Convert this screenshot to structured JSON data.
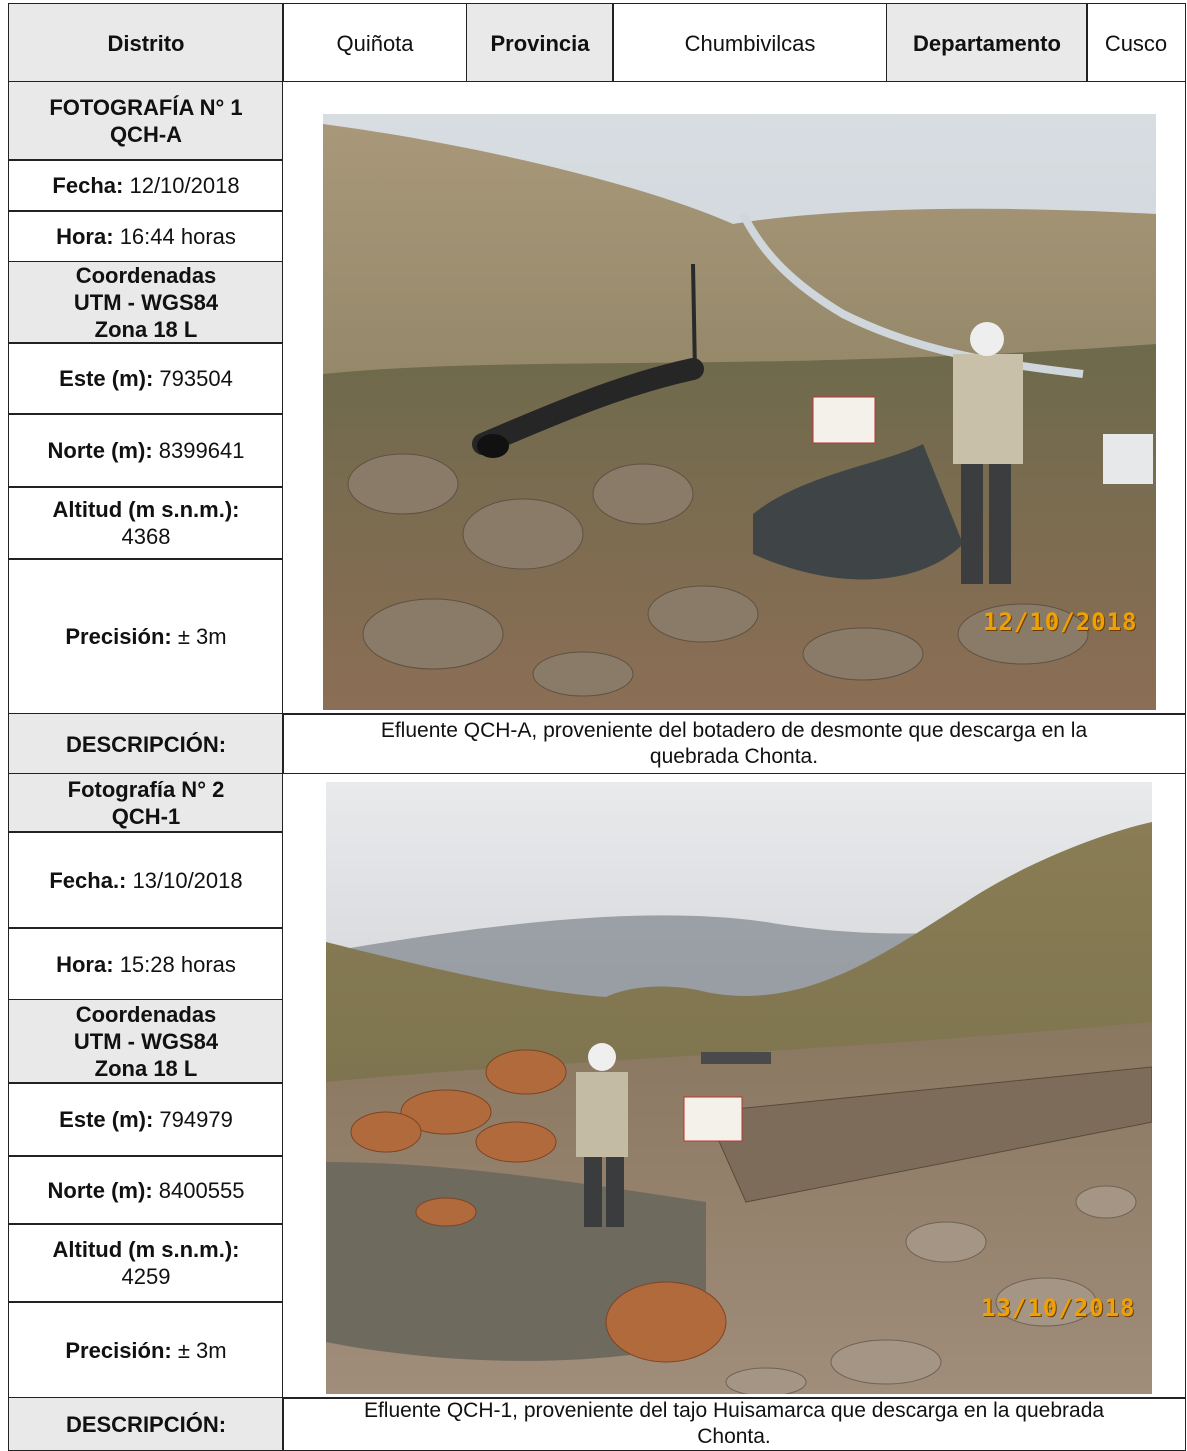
{
  "header": {
    "distrito_label": "Distrito",
    "distrito_value": "Quiñota",
    "provincia_label": "Provincia",
    "provincia_value": "Chumbivilcas",
    "departamento_label": "Departamento",
    "departamento_value": "Cusco"
  },
  "photo1": {
    "title_line1": "FOTOGRAFÍA N° 1",
    "title_line2": "QCH-A",
    "fecha_label": "Fecha:",
    "fecha_value": "12/10/2018",
    "hora_label": "Hora:",
    "hora_value": "16:44 horas",
    "coord_line1": "Coordenadas",
    "coord_line2": "UTM - WGS84",
    "coord_line3": "Zona 18 L",
    "este_label": "Este (m):",
    "este_value": "793504",
    "norte_label": "Norte (m):",
    "norte_value": "8399641",
    "altitud_label": "Altitud (m s.n.m.):",
    "altitud_value": "4368",
    "precision_label": "Precisión:",
    "precision_value": "± 3m",
    "stamp": "12/10/2018",
    "descripcion_label": "DESCRIPCIÓN:",
    "descripcion_line1": "Efluente QCH-A, proveniente del botadero de desmonte que descarga en la",
    "descripcion_line2": "quebrada Chonta."
  },
  "photo2": {
    "title_line1": "Fotografía N° 2",
    "title_line2": "QCH-1",
    "fecha_label": "Fecha.:",
    "fecha_value": "13/10/2018",
    "hora_label": "Hora:",
    "hora_value": "15:28 horas",
    "coord_line1": "Coordenadas",
    "coord_line2": "UTM - WGS84",
    "coord_line3": "Zona 18 L",
    "este_label": "Este (m):",
    "este_value": "794979",
    "norte_label": "Norte (m):",
    "norte_value": "8400555",
    "altitud_label": "Altitud (m s.n.m.):",
    "altitud_value": "4259",
    "precision_label": "Precisión:",
    "precision_value": "± 3m",
    "stamp": "13/10/2018",
    "descripcion_label": "DESCRIPCIÓN:",
    "descripcion_line1": "Efluente QCH-1, proveniente del tajo Huisamarca que descarga en la quebrada",
    "descripcion_line2": "Chonta."
  }
}
